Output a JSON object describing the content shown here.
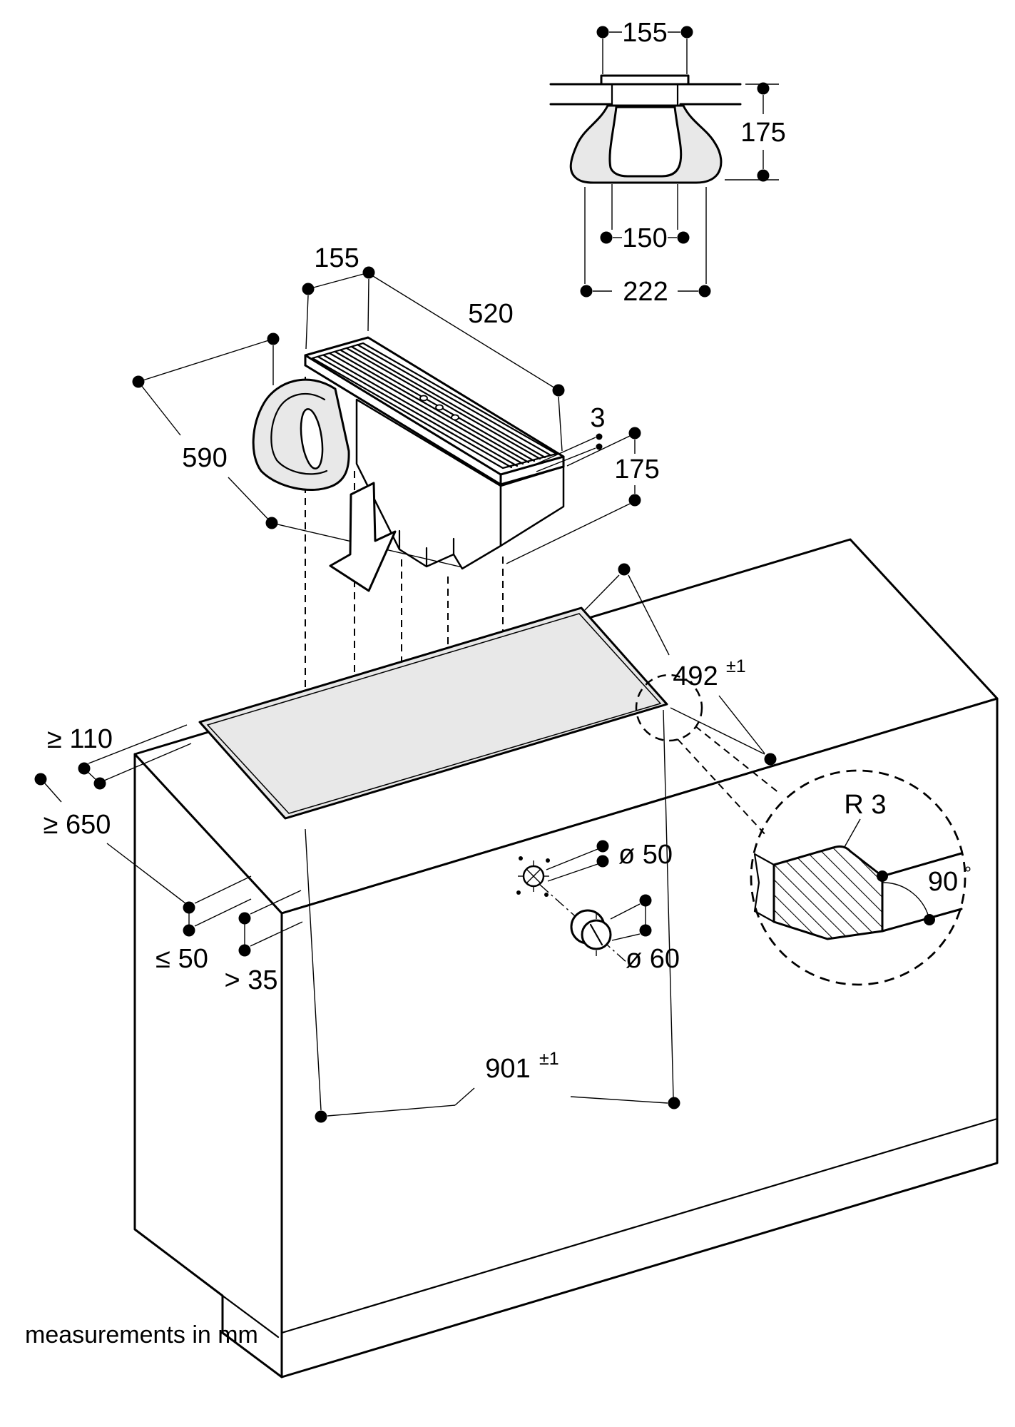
{
  "note": "measurements in mm",
  "colors": {
    "line": "#000000",
    "shade": "#e8e8e8",
    "background": "#ffffff"
  },
  "duct_section_view": {
    "top_width": "155",
    "height": "175",
    "inner_width": "150",
    "overall_width": "222"
  },
  "module_view": {
    "width": "155",
    "grate_length": "520",
    "overall_length": "590",
    "lip_height": "3",
    "height": "175"
  },
  "worktop_view": {
    "cutout_width": "492",
    "cutout_width_tol": "±1",
    "cutout_length": "901",
    "cutout_length_tol": "±1",
    "rear_distance": "≥ 110",
    "clearance_below": "≥ 650",
    "side_distance": "≤ 50",
    "thickness": "> 35",
    "hole_diameter": "ø 50",
    "knob_diameter": "ø 60"
  },
  "detail_view": {
    "corner_radius": "R 3",
    "edge_angle": "90",
    "degree_sign": "°"
  }
}
